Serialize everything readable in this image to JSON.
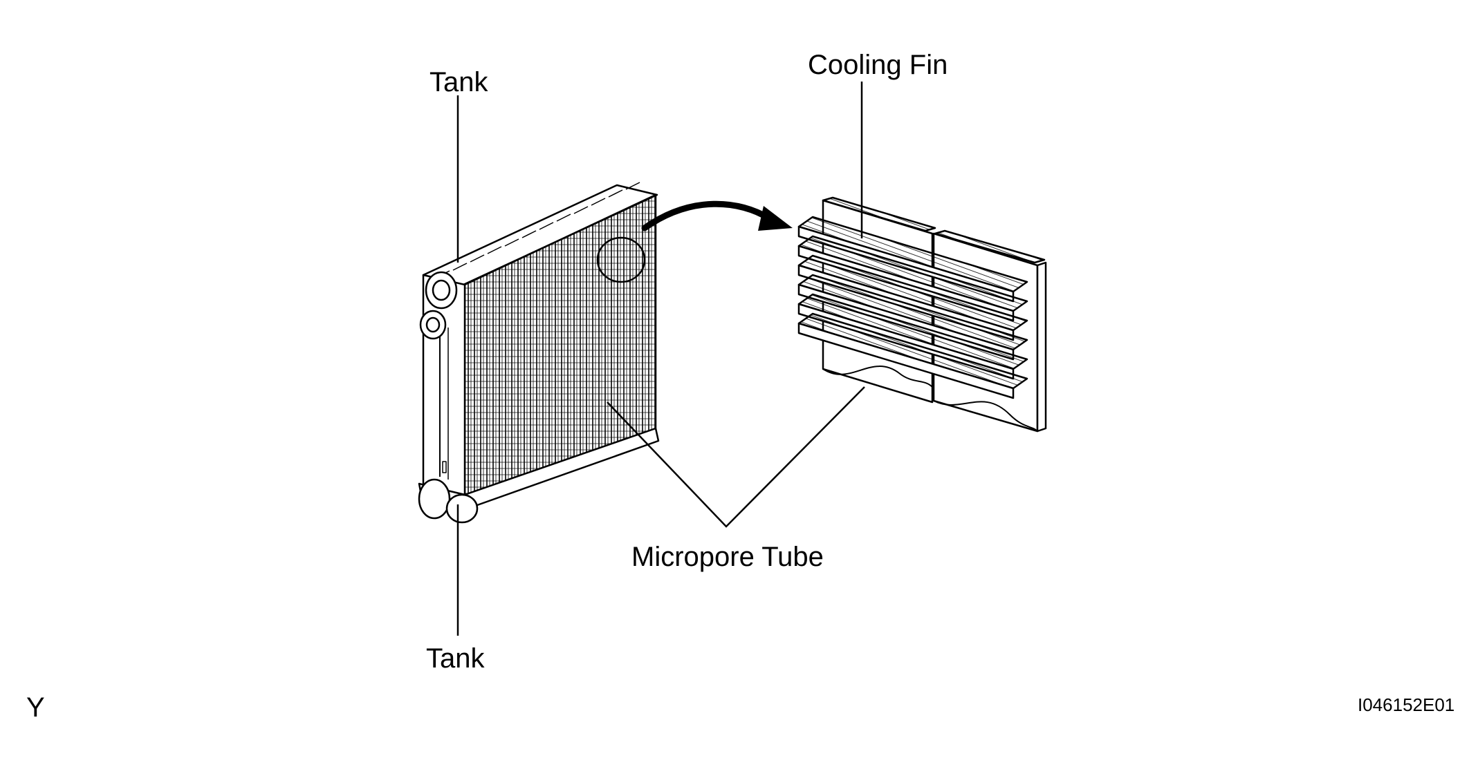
{
  "labels": {
    "tank_top": "Tank",
    "tank_bottom": "Tank",
    "cooling_fin": "Cooling Fin",
    "micropore_tube": "Micropore Tube",
    "corner_letter": "Y",
    "figure_id": "I046152E01"
  },
  "colors": {
    "line": "#000000",
    "background": "#ffffff"
  }
}
